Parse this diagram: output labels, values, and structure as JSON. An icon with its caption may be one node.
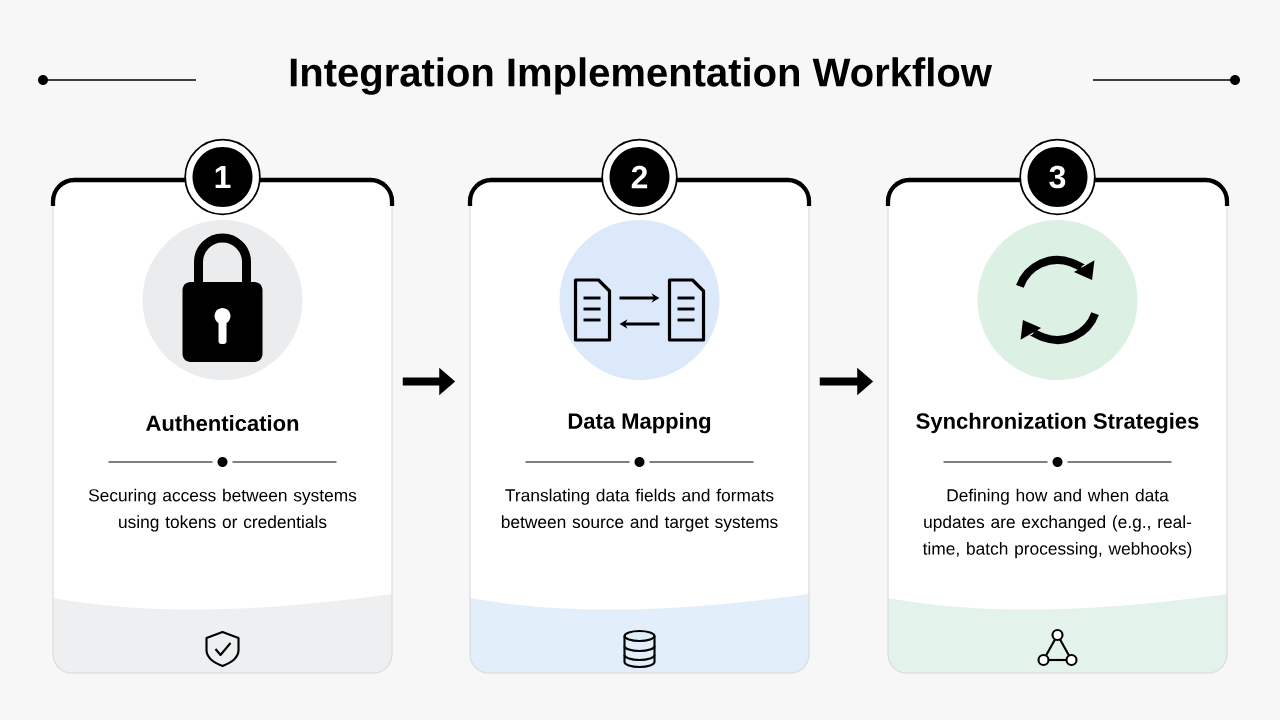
{
  "diagram": {
    "title": "Integration Implementation Workflow",
    "nodes": [
      {
        "text": [
          "Authentication",
          "Securing access between systems using tokens or credentials"
        ]
      },
      {
        "text": [
          "1"
        ]
      },
      {
        "text": [
          "Data Mapping",
          "Translating data fields and formats between source and target systems"
        ]
      },
      {
        "text": [
          "2"
        ]
      },
      {
        "text": [
          "Synchronization Strategies",
          "Defining how and when data updates are exchanged (e.g., real-time, batch processing, webhooks)"
        ]
      },
      {
        "text": [
          "3"
        ]
      }
    ],
    "edges": [
      {
        "from": 0,
        "to": 2,
        "arrow": "to"
      },
      {
        "from": 2,
        "to": 4,
        "arrow": "to"
      }
    ]
  }
}
